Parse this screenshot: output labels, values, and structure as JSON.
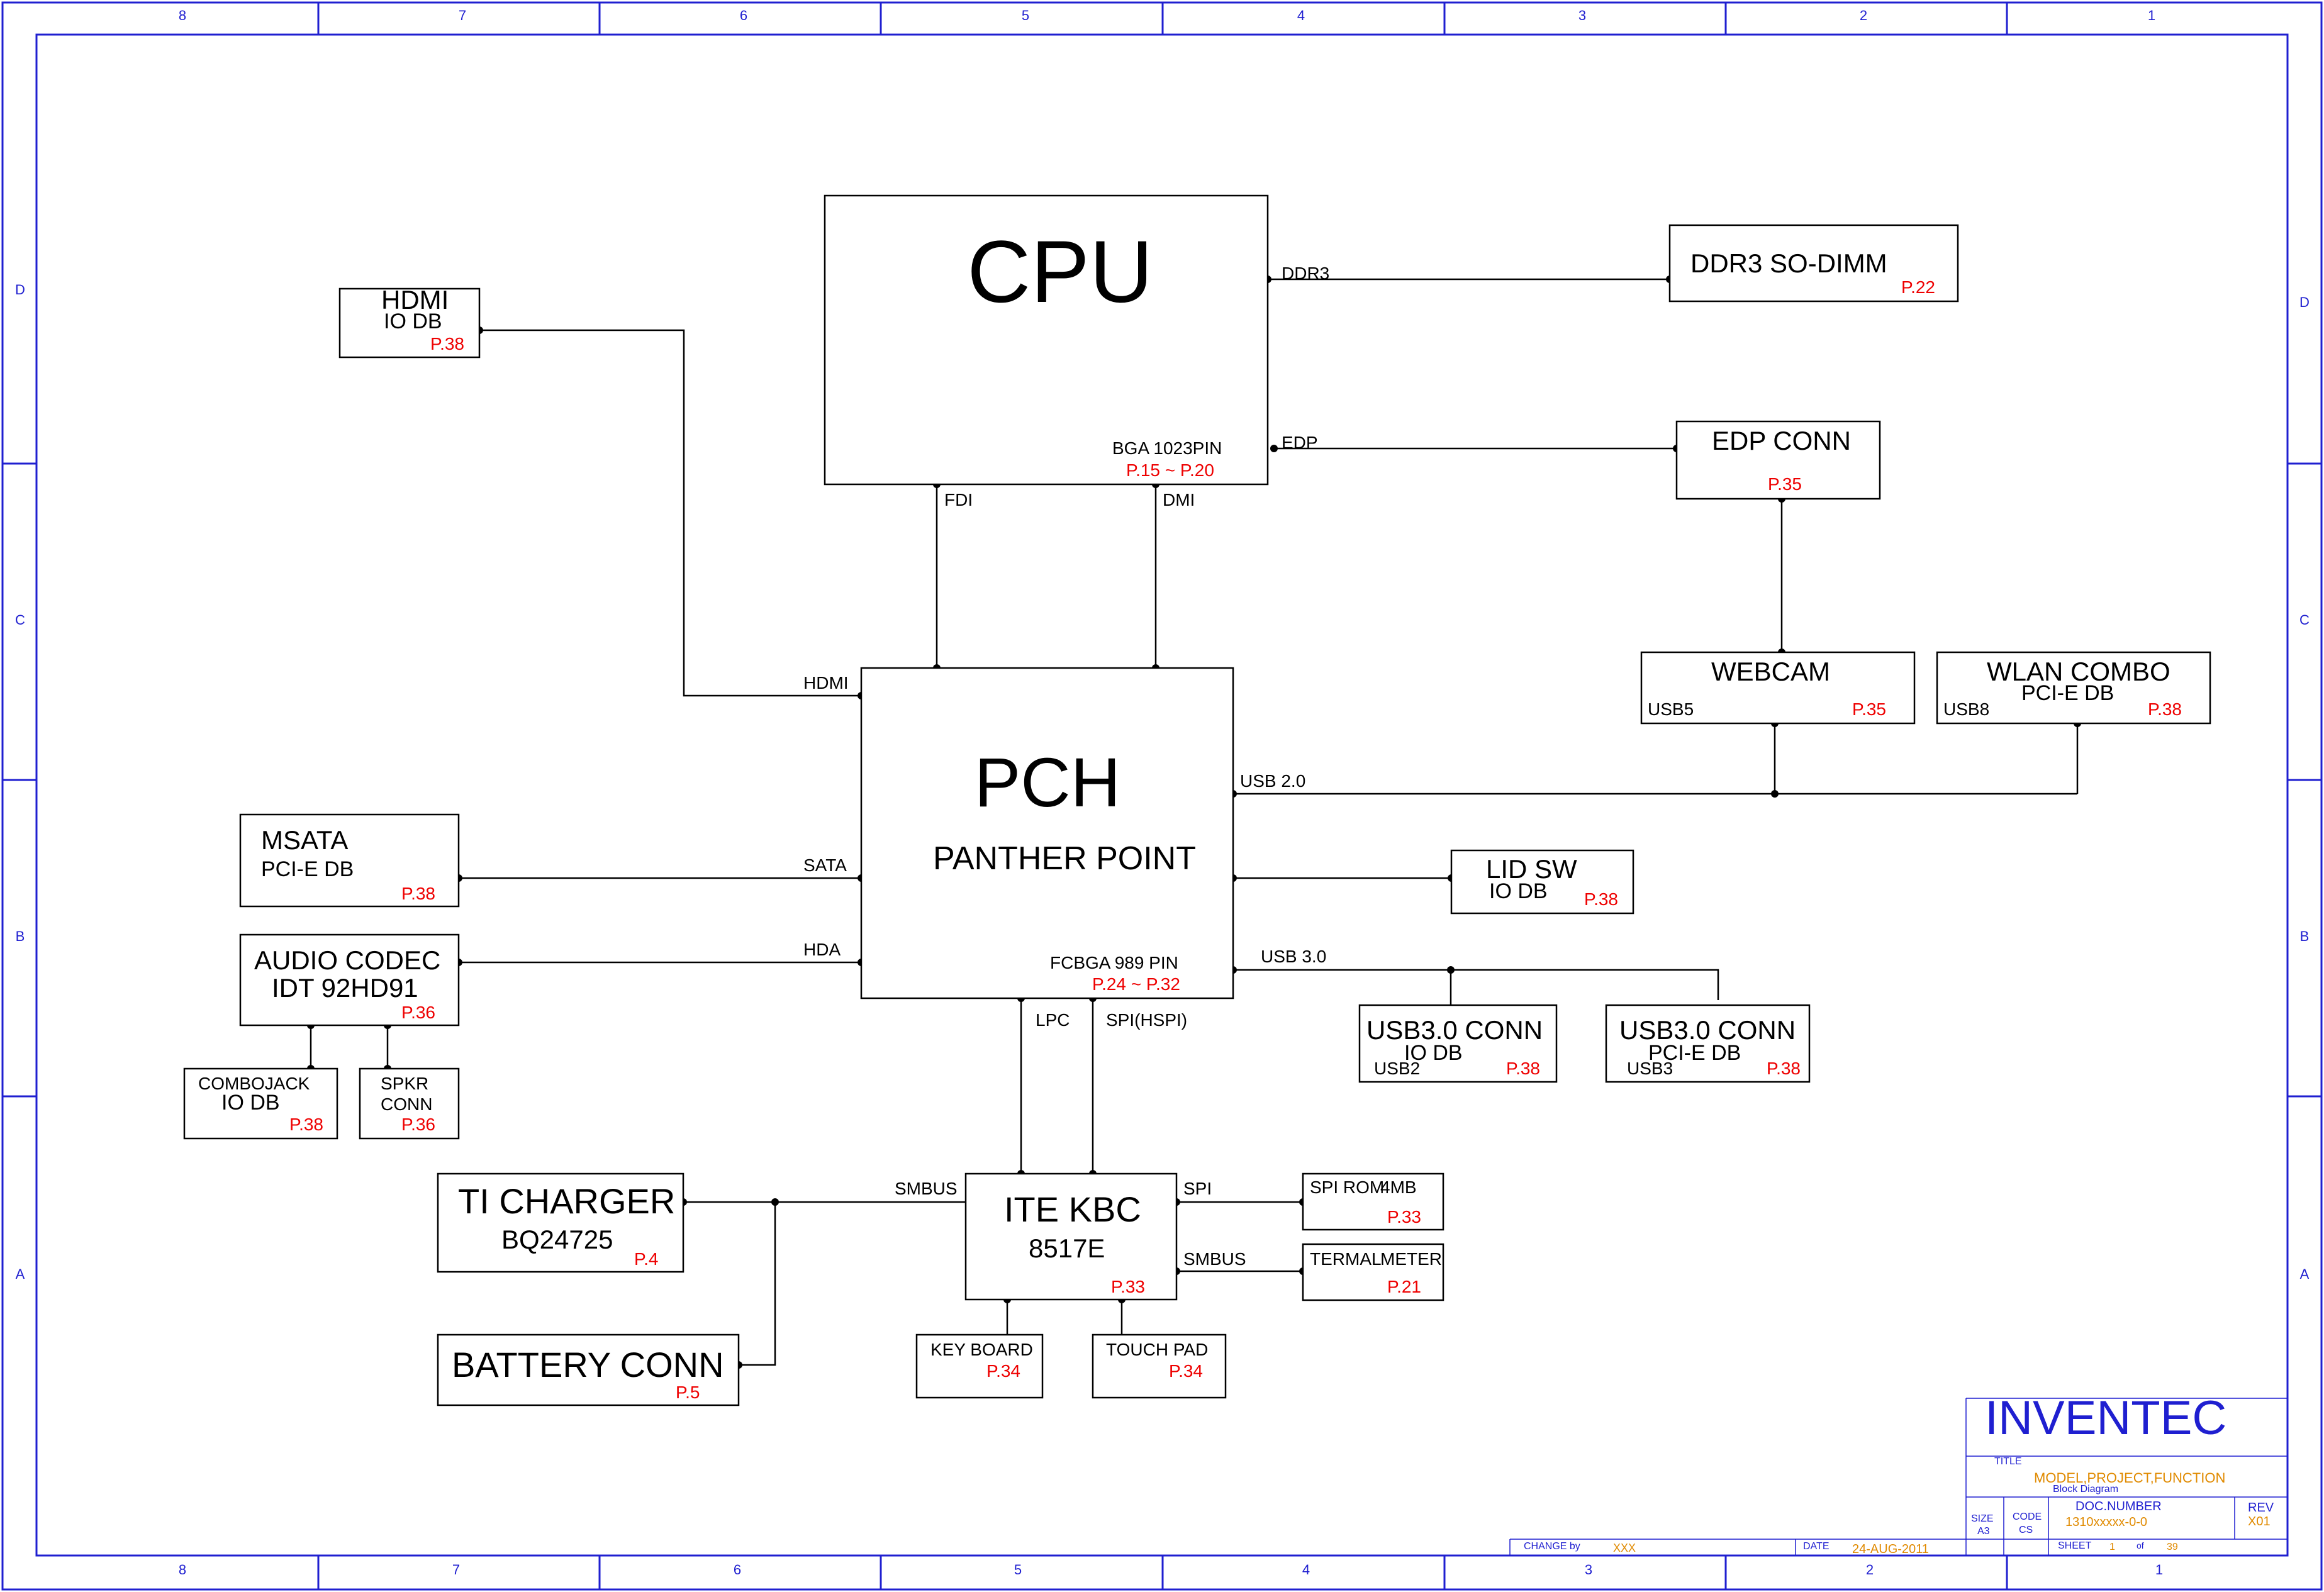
{
  "border": {
    "top_zones": [
      "8",
      "7",
      "6",
      "5",
      "4",
      "3",
      "2",
      "1"
    ],
    "bottom_zones": [
      "8",
      "7",
      "6",
      "5",
      "4",
      "3",
      "2",
      "1"
    ],
    "side_zones": [
      "D",
      "C",
      "B",
      "A"
    ]
  },
  "blocks": {
    "cpu": {
      "title": "CPU",
      "pkg": "BGA 1023PIN",
      "page": "P.15 ~ P.20"
    },
    "ddr3": {
      "title": "DDR3 SO-DIMM",
      "page": "P.22"
    },
    "hdmi": {
      "title": "HDMI",
      "sub": "IO DB",
      "page": "P.38"
    },
    "edp": {
      "title": "EDP CONN",
      "page": "P.35"
    },
    "webcam": {
      "title": "WEBCAM",
      "port": "USB5",
      "page": "P.35"
    },
    "wlan": {
      "title": "WLAN COMBO",
      "sub": "PCI-E DB",
      "port": "USB8",
      "page": "P.38"
    },
    "pch": {
      "title": "PCH",
      "sub": "PANTHER POINT",
      "pkg": "FCBGA 989 PIN",
      "page": "P.24 ~ P.32"
    },
    "msata": {
      "title": "MSATA",
      "sub": "PCI-E DB",
      "page": "P.38"
    },
    "audio": {
      "title": "AUDIO CODEC",
      "sub": "IDT 92HD91",
      "page": "P.36"
    },
    "combojack": {
      "title": "COMBOJACK",
      "sub": "IO DB",
      "page": "P.38"
    },
    "spkr": {
      "title": "SPKR",
      "sub": "CONN",
      "page": "P.36"
    },
    "lidsw": {
      "title": "LID SW",
      "sub": "IO DB",
      "page": "P.38"
    },
    "usb30a": {
      "title": "USB3.0 CONN",
      "sub": "IO DB",
      "port": "USB2",
      "page": "P.38"
    },
    "usb30b": {
      "title": "USB3.0 CONN",
      "sub": "PCI-E DB",
      "port": "USB3",
      "page": "P.38"
    },
    "charger": {
      "title": "TI CHARGER",
      "sub": "BQ24725",
      "page": "P.4"
    },
    "battery": {
      "title": "BATTERY CONN",
      "page": "P.5"
    },
    "kbc": {
      "title": "ITE KBC",
      "sub": "8517E",
      "page": "P.33"
    },
    "spirom": {
      "title": "SPI ROM",
      "size": "4MB",
      "page": "P.33"
    },
    "thermal": {
      "title": "TERMAL",
      "sub": "METER",
      "page": "P.21"
    },
    "keyboard": {
      "title": "KEY BOARD",
      "page": "P.34"
    },
    "touchpad": {
      "title": "TOUCH PAD",
      "page": "P.34"
    }
  },
  "signals": {
    "ddr3": "DDR3",
    "edp": "EDP",
    "fdi": "FDI",
    "dmi": "DMI",
    "hdmi": "HDMI",
    "usb20": "USB 2.0",
    "sata": "SATA",
    "hda": "HDA",
    "usb30": "USB 3.0",
    "lpc": "LPC",
    "spi_hspi": "SPI(HSPI)",
    "smbus_left": "SMBUS",
    "spi": "SPI",
    "smbus_right": "SMBUS"
  },
  "title_block": {
    "company": "INVENTEC",
    "title_label": "TITLE",
    "title_value": "MODEL,PROJECT,FUNCTION",
    "subtitle": "Block   Diagram",
    "size_label": "SIZE",
    "size_value": "A3",
    "code_label": "CODE",
    "code_value": "CS",
    "doc_label": "DOC.NUMBER",
    "doc_value": "1310xxxxx-0-0",
    "rev_label": "REV",
    "rev_value": "X01",
    "change_label": "CHANGE by",
    "change_value": "XXX",
    "date_label": "DATE",
    "date_value": "24-AUG-2011",
    "sheet_label": "SHEET",
    "sheet_value": "1",
    "of_label": "of",
    "of_value": "39"
  }
}
